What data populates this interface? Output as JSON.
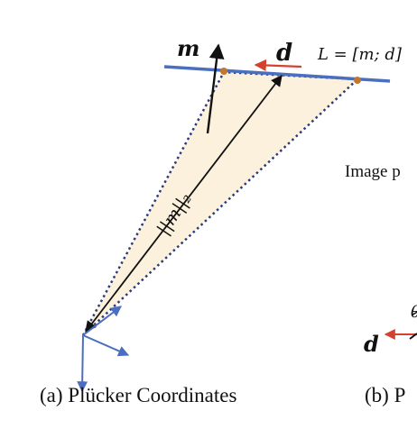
{
  "figure": {
    "panel_a": {
      "caption": "(a) Plücker Coordinates",
      "label_m": "m",
      "label_d": "d",
      "label_L": "L = [m; d]",
      "label_norm": "||m||₂"
    },
    "panel_b": {
      "caption": "(b) P",
      "label_image_plane": "Image p",
      "label_d": "d",
      "label_theta": "θ"
    }
  },
  "colors": {
    "line_blue": "#4a6fc0",
    "arrow_red": "#d6402f",
    "point_orange": "#c0772e",
    "triangle_fill": "#fbf1dc",
    "ink": "#111111"
  }
}
